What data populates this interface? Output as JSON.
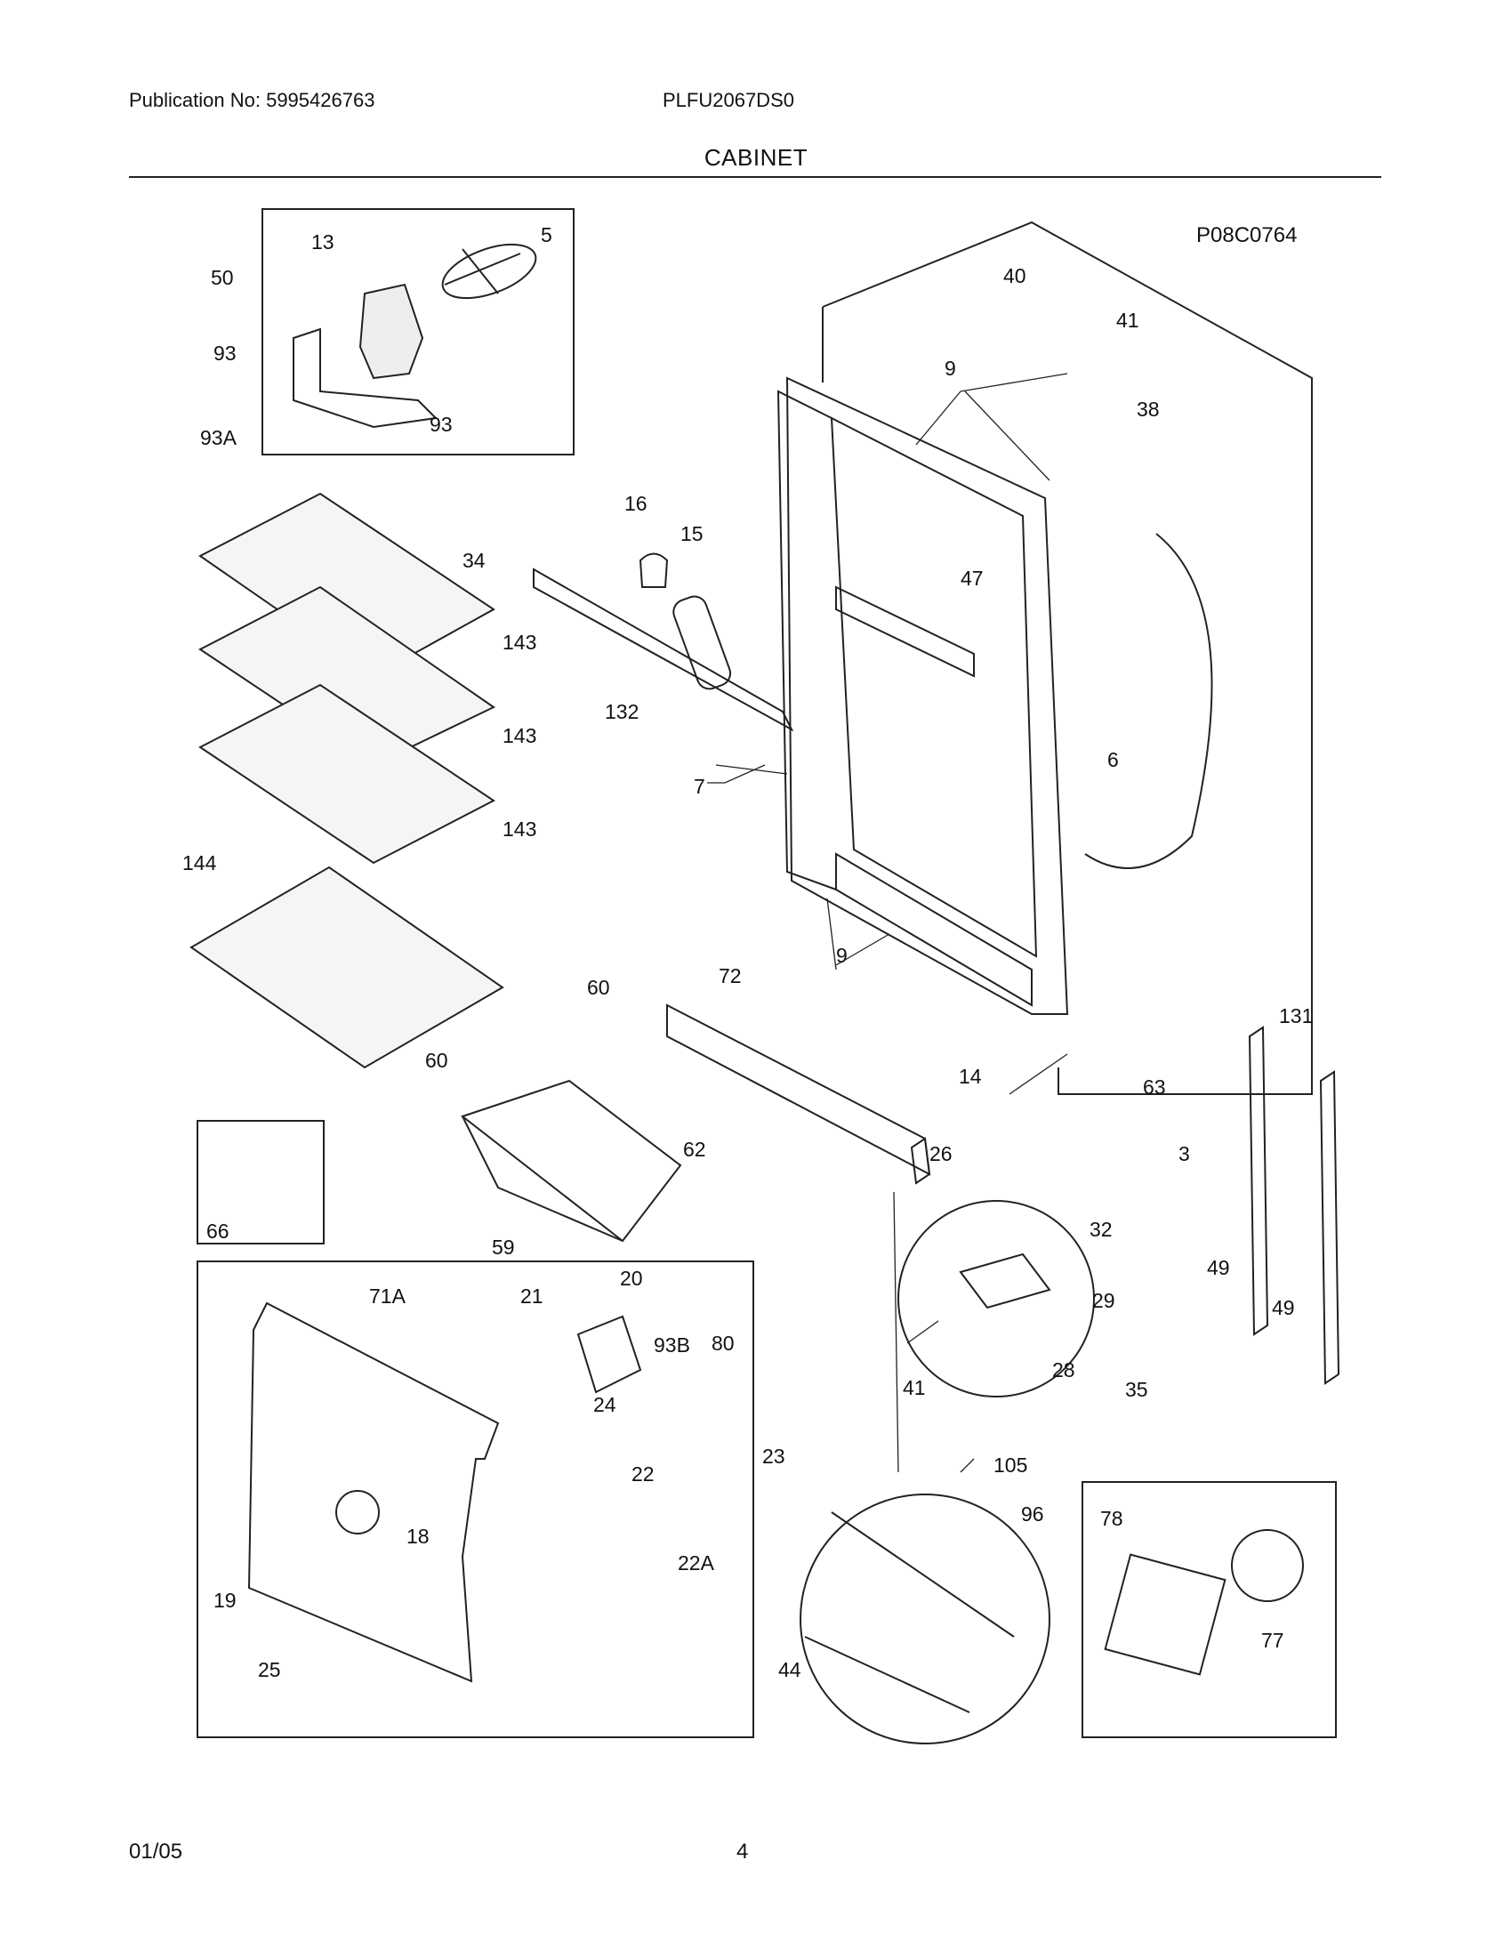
{
  "header": {
    "publication": "Publication No: 5995426763",
    "model": "PLFU2067DS0",
    "title": "CABINET"
  },
  "diagram": {
    "code": "P08C0764",
    "callouts": {
      "c13": "13",
      "c5": "5",
      "c50": "50",
      "c93a": "93",
      "c93b": "93",
      "c93A": "93A",
      "c16": "16",
      "c15": "15",
      "c34": "34",
      "c143a": "143",
      "c143b": "143",
      "c143c": "143",
      "c132": "132",
      "c144": "144",
      "c7": "7",
      "c6": "6",
      "c9a": "9",
      "c9b": "9",
      "c40": "40",
      "c41a": "41",
      "c38": "38",
      "c47": "47",
      "c60a": "60",
      "c60b": "60",
      "c72": "72",
      "c62": "62",
      "c59": "59",
      "c66": "66",
      "c14": "14",
      "c63": "63",
      "c131": "131",
      "c26": "26",
      "c3": "3",
      "c32": "32",
      "c29": "29",
      "c49a": "49",
      "c49b": "49",
      "c41b": "41",
      "c28": "28",
      "c35": "35",
      "c71A": "71A",
      "c21": "21",
      "c20": "20",
      "c93B": "93B",
      "c80": "80",
      "c24": "24",
      "c22": "22",
      "c18": "18",
      "c22A": "22A",
      "c19": "19",
      "c25": "25",
      "c23": "23",
      "c105": "105",
      "c96": "96",
      "c44": "44",
      "c78": "78",
      "c77": "77"
    }
  },
  "footer": {
    "date": "01/05",
    "page": "4"
  }
}
